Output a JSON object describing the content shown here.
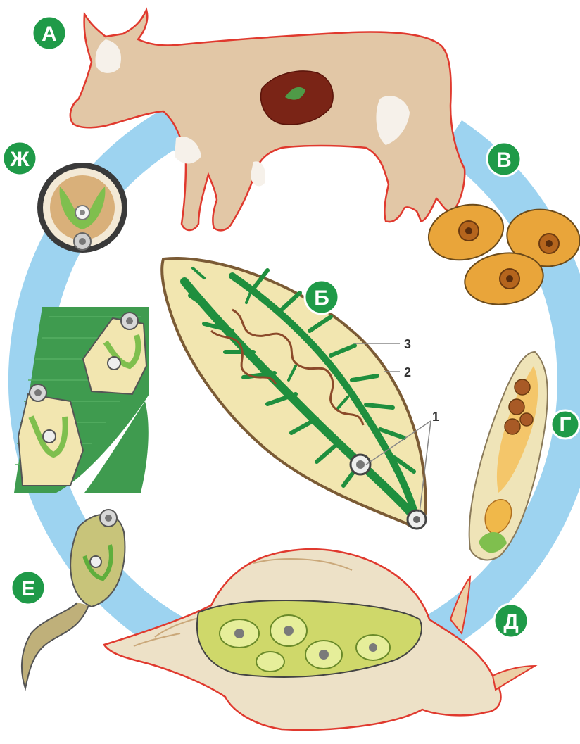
{
  "stage_labels": {
    "a": "А",
    "b": "Б",
    "v": "В",
    "g": "Г",
    "d": "Д",
    "e": "Е",
    "zh": "Ж"
  },
  "part_numbers": {
    "n1": "1",
    "n2": "2",
    "n3": "3"
  },
  "colors": {
    "cycle_arrow": "#9dd3f0",
    "badge_fill": "#1f9a48",
    "cow_body": "#e2c7a6",
    "cow_outline": "#e0392e",
    "liver": "#7a2416",
    "fluke_body": "#f2e6b0",
    "fluke_branches": "#1f8f3e",
    "egg_fill": "#e9a53a",
    "snail_shell": "#ede1c7",
    "grass": "#3f9b4f"
  }
}
